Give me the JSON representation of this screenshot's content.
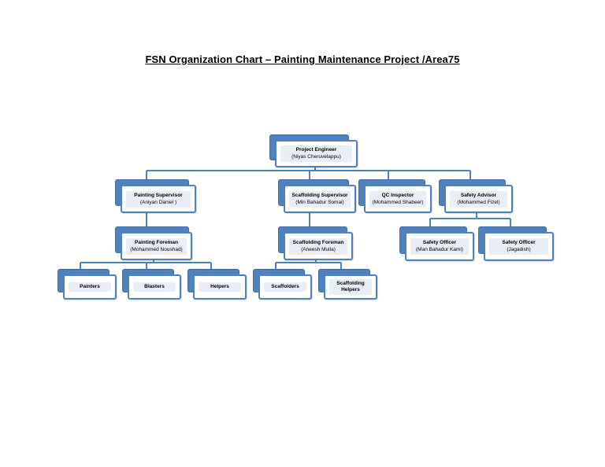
{
  "title": "FSN Organization Chart – Painting Maintenance Project /Area75",
  "colors": {
    "box": "#4f81bd",
    "line": "#4f81bd",
    "fill": "#ffffff"
  },
  "nodes": {
    "project_engineer": {
      "title": "Project Engineer",
      "name": "(Niyas Cheruvelappu)"
    },
    "painting_supervisor": {
      "title": "Painting Supervisor",
      "name": "(Aniyan Daniel )"
    },
    "scaffolding_supervisor": {
      "title": "Scaffolding Supervisor",
      "name": "(Min Bahadur Somai)"
    },
    "qc_inspector": {
      "title": "QC Inspector",
      "name": "(Mohammed Shabeer)"
    },
    "safety_advisor": {
      "title": "Safety Advisor",
      "name": "(Mohammed Fizel)"
    },
    "painting_foreman": {
      "title": "Painting Foreman",
      "name": "(Mohammed Noushad)"
    },
    "scaffolding_foreman": {
      "title": "Scaffolding Foreman",
      "name": "(Aneesh Mulla)"
    },
    "safety_officer_1": {
      "title": "Safety Officer",
      "name": "(Man Bahadur Kami)"
    },
    "safety_officer_2": {
      "title": "Safety Officer",
      "name": "(Jagadish)"
    },
    "painters": {
      "title": "Painters",
      "name": ""
    },
    "blasters": {
      "title": "Blasters",
      "name": ""
    },
    "helpers": {
      "title": "Helpers",
      "name": ""
    },
    "scaffolders": {
      "title": "Scaffolders",
      "name": ""
    },
    "scaffolding_helpers": {
      "title": "Scaffolding Helpers",
      "name": ""
    }
  }
}
